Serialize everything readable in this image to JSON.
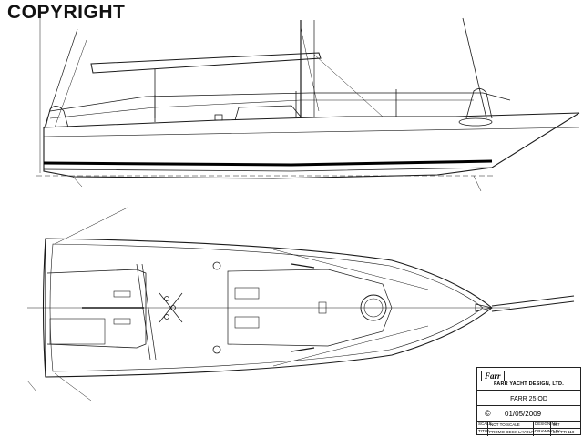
{
  "watermark": "COPYRIGHT",
  "title_block": {
    "logo": "Farr",
    "company": "FARR YACHT DESIGN, LTD.",
    "project": "FARR 25 OD",
    "copyright_symbol": "©",
    "date": "01/05/2009",
    "scale_label": "SCALE",
    "scale_value": "NOT TO SCALE",
    "design_no_label": "DESIGN No.",
    "design_no_value": "867",
    "title_label": "TITLE",
    "title_value": "PROMO DECK LAYOUT",
    "drawing_no_label": "DRAWING No.",
    "drawing_no_value": "867 PR 110"
  }
}
